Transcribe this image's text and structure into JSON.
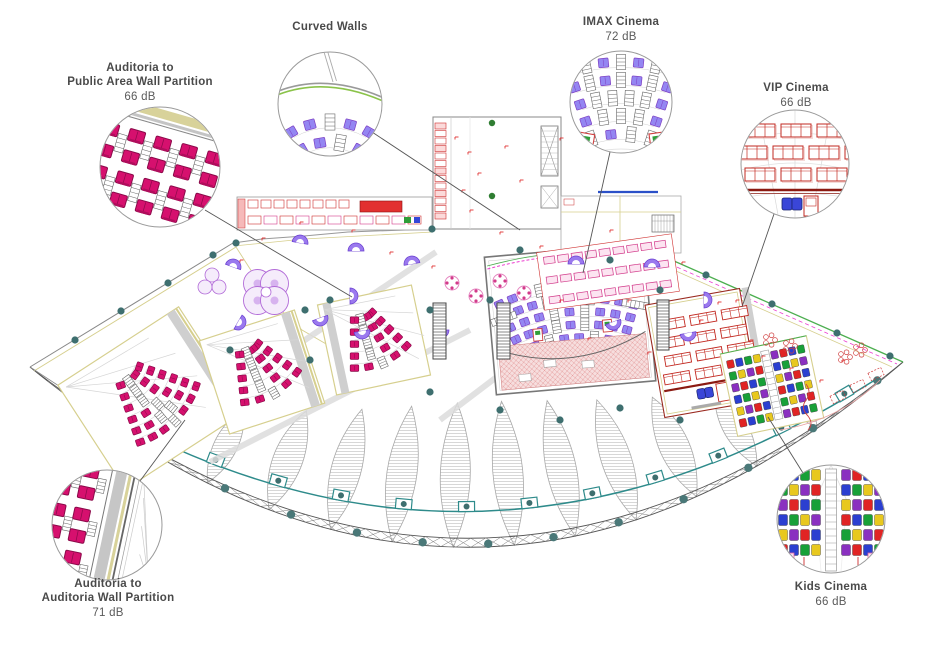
{
  "figure": {
    "type": "cinema-acoustic-floor-plan",
    "description": "Fan-shaped cinema complex floor plan with acoustic callouts"
  },
  "callouts": [
    {
      "id": "public-partition",
      "title_lines": [
        "Auditoria to",
        "Public Area Wall Partition"
      ],
      "db": "66 dB"
    },
    {
      "id": "curved-walls",
      "title_lines": [
        "Curved Walls"
      ],
      "db": ""
    },
    {
      "id": "imax-cinema",
      "title_lines": [
        "IMAX Cinema"
      ],
      "db": "72 dB"
    },
    {
      "id": "vip-cinema",
      "title_lines": [
        "VIP Cinema"
      ],
      "db": "66 dB"
    },
    {
      "id": "kids-cinema",
      "title_lines": [
        "Kids Cinema"
      ],
      "db": "66 dB"
    },
    {
      "id": "auditoria-partition",
      "title_lines": [
        "Auditoria to",
        "Auditoria Wall Partition"
      ],
      "db": "71 dB"
    }
  ],
  "colors": {
    "label_text": "#4a4a4a",
    "leader_line": "#555555",
    "seat_magenta": "#d6106e",
    "seat_magenta_dark": "#8b0a4a",
    "seat_purple": "#9486f2",
    "seat_purple_dark": "#7d3fc2",
    "seat_vip_red": "#c22820",
    "vip_wall": "#8b1a12",
    "kids_palette": [
      "#e02424",
      "#2b3fd0",
      "#18a038",
      "#e8c81e",
      "#8a30c0"
    ],
    "wall_khaki": "#d6cf8e",
    "wall_teal": "#2e8b8b",
    "wall_green": "#4cae4f",
    "column_dot": "#3e6f6f",
    "truss_dot": "#4a7878",
    "screen_hatch": "#e49a9a",
    "leaf_hatch": "#c6c6c6",
    "magenta_dashed": "#ec3fd0",
    "red_detail": "#d04040"
  }
}
